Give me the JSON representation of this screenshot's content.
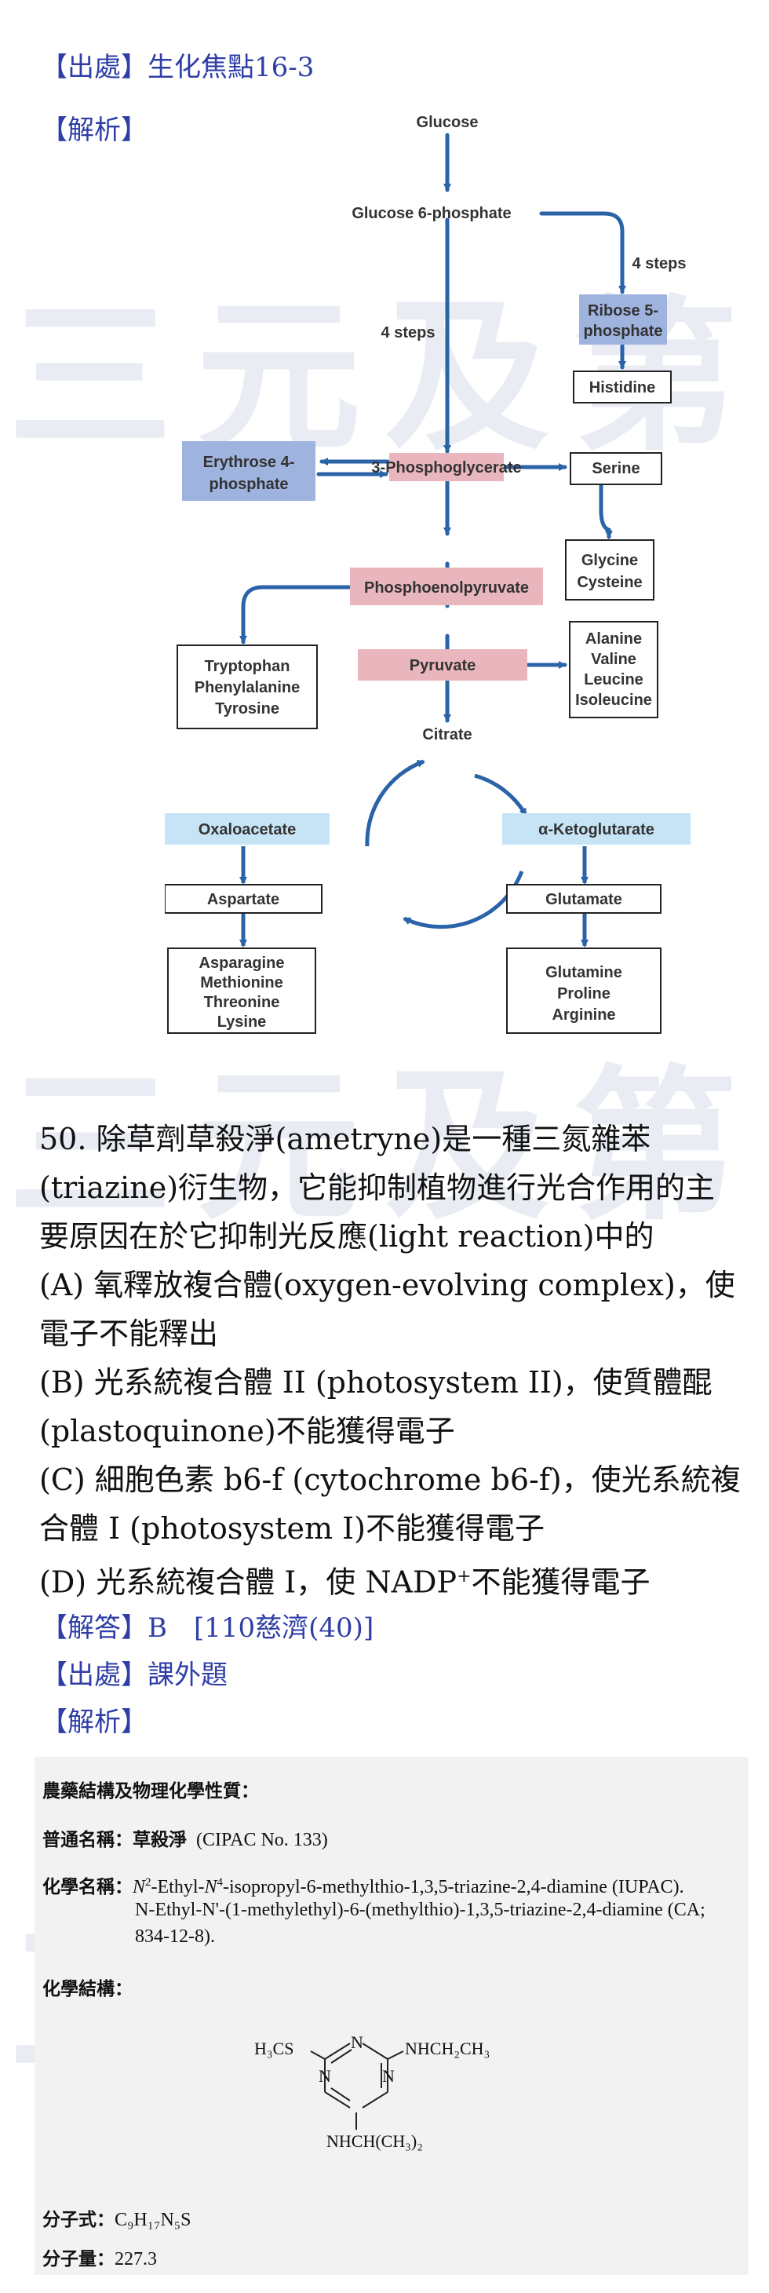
{
  "watermark": "三元及第",
  "header": {
    "source": "【出處】生化焦點16-3",
    "analysis": "【解析】"
  },
  "diagram": {
    "glucose": "Glucose",
    "g6p": "Glucose 6-phosphate",
    "steps_right": "4 steps",
    "steps_left": "4 steps",
    "ribose_1": "Ribose 5-",
    "ribose_2": "phosphate",
    "histidine": "Histidine",
    "erythrose_1": "Erythrose 4-",
    "erythrose_2": "phosphate",
    "pg3": "3-Phosphoglycerate",
    "serine": "Serine",
    "glycine": "Glycine",
    "cysteine": "Cysteine",
    "pep": "Phosphoenolpyruvate",
    "tryptophan": "Tryptophan",
    "phenylalanine": "Phenylalanine",
    "tyrosine": "Tyrosine",
    "pyruvate": "Pyruvate",
    "alanine": "Alanine",
    "valine": "Valine",
    "leucine": "Leucine",
    "isoleucine": "Isoleucine",
    "citrate": "Citrate",
    "oxaloacetate": "Oxaloacetate",
    "akg": "α-Ketoglutarate",
    "aspartate": "Aspartate",
    "glutamate": "Glutamate",
    "asparagine": "Asparagine",
    "methionine": "Methionine",
    "threonine": "Threonine",
    "lysine": "Lysine",
    "glutamine": "Glutamine",
    "proline": "Proline",
    "arginine": "Arginine"
  },
  "question": {
    "lines": [
      "50. 除草劑草殺淨(ametryne)是一種三氮雜苯",
      "(triazine)衍生物，它能抑制植物進行光合作用的主",
      "要原因在於它抑制光反應(light reaction)中的",
      "(A) 氧釋放複合體(oxygen-evolving complex)，使",
      "電子不能釋出",
      "(B) 光系統複合體 II (photosystem II)，使質體醌",
      "(plastoquinone)不能獲得電子",
      "(C) 細胞色素 b6-f (cytochrome b6-f)，使光系統複",
      "合體 I (photosystem I)不能獲得電子"
    ],
    "option_d_pre": "(D) 光系統複合體 I，使 NADP",
    "option_d_sup": "+",
    "option_d_post": "不能獲得電子"
  },
  "answer": {
    "answer": "【解答】B　[110慈濟(40)]",
    "source": "【出處】課外題",
    "analysis": "【解析】"
  },
  "pesticide": {
    "heading": "農藥結構及物理化學性質：",
    "common_label": "普通名稱：",
    "common_value": "草殺淨",
    "common_note": "(CIPAC No. 133)",
    "chem_label": "化學名稱：",
    "chem_line1_n2": "N",
    "chem_line1_sup1": "2",
    "chem_line1_mid": "-Ethyl-",
    "chem_line1_n4": "N",
    "chem_line1_sup2": "4",
    "chem_line1_rest": "-isopropyl-6-methylthio-1,3,5-triazine-2,4-diamine (IUPAC).",
    "chem_line2": "N-Ethyl-N'-(1-methylethyl)-6-(methylthio)-1,3,5-triazine-2,4-diamine (CA;",
    "chem_line3": "834-12-8).",
    "struct_label": "化學結構：",
    "struct_left": "H₃CS",
    "struct_right": "NHCH₂CH₃",
    "struct_bottom": "NHCH(CH₃)₂",
    "struct_n": "N",
    "formula_label": "分子式：",
    "formula_value": "C₉H₁₇N₅S",
    "mw_label": "分子量：",
    "mw_value": "227.3"
  }
}
